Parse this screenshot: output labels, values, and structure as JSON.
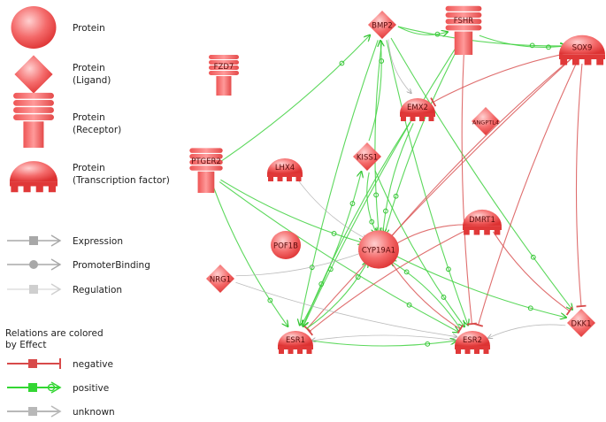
{
  "legend": {
    "node_types": [
      {
        "shape": "protein",
        "label": "Protein"
      },
      {
        "shape": "ligand",
        "label": "Protein",
        "sub": "(Ligand)"
      },
      {
        "shape": "receptor",
        "label": "Protein",
        "sub": "(Receptor)"
      },
      {
        "shape": "tf",
        "label": "Protein",
        "sub": "(Transcription factor)"
      }
    ],
    "relation_types": [
      "Expression",
      "PromoterBinding",
      "Regulation"
    ],
    "effects_title": [
      "Relations are colored",
      "by Effect"
    ],
    "effects": [
      {
        "label": "negative",
        "color": "#d84a4a"
      },
      {
        "label": "positive",
        "color": "#33d633"
      },
      {
        "label": "unknown",
        "color": "#b8b8b8"
      }
    ]
  },
  "nodes": [
    {
      "id": "BMP2",
      "label": "BMP2",
      "shape": "ligand"
    },
    {
      "id": "FSHR",
      "label": "FSHR",
      "shape": "receptor"
    },
    {
      "id": "SOX9",
      "label": "SOX9",
      "shape": "tf"
    },
    {
      "id": "FZD7",
      "label": "FZD7",
      "shape": "receptor"
    },
    {
      "id": "EMX2",
      "label": "EMX2",
      "shape": "tf"
    },
    {
      "id": "ANGPTL4",
      "label": "ANGPTL4",
      "shape": "ligand"
    },
    {
      "id": "PTGER2",
      "label": "PTGER2",
      "shape": "receptor"
    },
    {
      "id": "LHX4",
      "label": "LHX4",
      "shape": "tf"
    },
    {
      "id": "KISS1",
      "label": "KISS1",
      "shape": "ligand"
    },
    {
      "id": "DMRT1",
      "label": "DMRT1",
      "shape": "tf"
    },
    {
      "id": "POF1B",
      "label": "POF1B",
      "shape": "protein"
    },
    {
      "id": "CYP19A1",
      "label": "CYP19A1",
      "shape": "protein"
    },
    {
      "id": "NRG1",
      "label": "NRG1",
      "shape": "ligand"
    },
    {
      "id": "ESR1",
      "label": "ESR1",
      "shape": "tf"
    },
    {
      "id": "ESR2",
      "label": "ESR2",
      "shape": "tf"
    },
    {
      "id": "DKK1",
      "label": "DKK1",
      "shape": "ligand"
    }
  ],
  "edges": [
    {
      "from": "BMP2",
      "to": "FSHR",
      "effect": "positive"
    },
    {
      "from": "BMP2",
      "to": "SOX9",
      "effect": "positive"
    },
    {
      "from": "BMP2",
      "to": "CYP19A1",
      "effect": "positive"
    },
    {
      "from": "BMP2",
      "to": "ESR2",
      "effect": "positive"
    },
    {
      "from": "BMP2",
      "to": "DKK1",
      "effect": "positive"
    },
    {
      "from": "BMP2",
      "to": "ESR1",
      "effect": "positive"
    },
    {
      "from": "BMP2",
      "to": "EMX2",
      "effect": "unknown"
    },
    {
      "from": "PTGER2",
      "to": "BMP2",
      "effect": "positive"
    },
    {
      "from": "PTGER2",
      "to": "CYP19A1",
      "effect": "positive"
    },
    {
      "from": "PTGER2",
      "to": "ESR1",
      "effect": "positive"
    },
    {
      "from": "PTGER2",
      "to": "ESR2",
      "effect": "positive"
    },
    {
      "from": "FSHR",
      "to": "CYP19A1",
      "effect": "positive"
    },
    {
      "from": "FSHR",
      "to": "ESR1",
      "effect": "positive"
    },
    {
      "from": "FSHR",
      "to": "ESR2",
      "effect": "negative"
    },
    {
      "from": "FSHR",
      "to": "SOX9",
      "effect": "positive"
    },
    {
      "from": "SOX9",
      "to": "ESR1",
      "effect": "negative"
    },
    {
      "from": "SOX9",
      "to": "CYP19A1",
      "effect": "negative"
    },
    {
      "from": "SOX9",
      "to": "DKK1",
      "effect": "negative"
    },
    {
      "from": "SOX9",
      "to": "EMX2",
      "effect": "negative"
    },
    {
      "from": "SOX9",
      "to": "ESR2",
      "effect": "negative"
    },
    {
      "from": "EMX2",
      "to": "CYP19A1",
      "effect": "positive"
    },
    {
      "from": "EMX2",
      "to": "ESR1",
      "effect": "positive"
    },
    {
      "from": "KISS1",
      "to": "CYP19A1",
      "effect": "positive"
    },
    {
      "from": "KISS1",
      "to": "ESR2",
      "effect": "positive"
    },
    {
      "from": "DMRT1",
      "to": "CYP19A1",
      "effect": "negative"
    },
    {
      "from": "DMRT1",
      "to": "ESR1",
      "effect": "negative"
    },
    {
      "from": "DMRT1",
      "to": "DKK1",
      "effect": "negative"
    },
    {
      "from": "ESR1",
      "to": "CYP19A1",
      "effect": "positive"
    },
    {
      "from": "ESR1",
      "to": "ESR2",
      "effect": "positive"
    },
    {
      "from": "ESR1",
      "to": "KISS1",
      "effect": "positive"
    },
    {
      "from": "ESR2",
      "to": "CYP19A1",
      "effect": "positive"
    },
    {
      "from": "ESR2",
      "to": "ESR1",
      "effect": "unknown"
    },
    {
      "from": "CYP19A1",
      "to": "DKK1",
      "effect": "positive"
    },
    {
      "from": "NRG1",
      "to": "ESR2",
      "effect": "unknown"
    },
    {
      "from": "NRG1",
      "to": "CYP19A1",
      "effect": "unknown"
    },
    {
      "from": "LHX4",
      "to": "CYP19A1",
      "effect": "unknown"
    },
    {
      "from": "DKK1",
      "to": "ESR2",
      "effect": "unknown"
    },
    {
      "from": "CYP19A1",
      "to": "ESR2",
      "effect": "negative"
    },
    {
      "from": "KISS1",
      "to": "BMP2",
      "effect": "positive"
    }
  ]
}
